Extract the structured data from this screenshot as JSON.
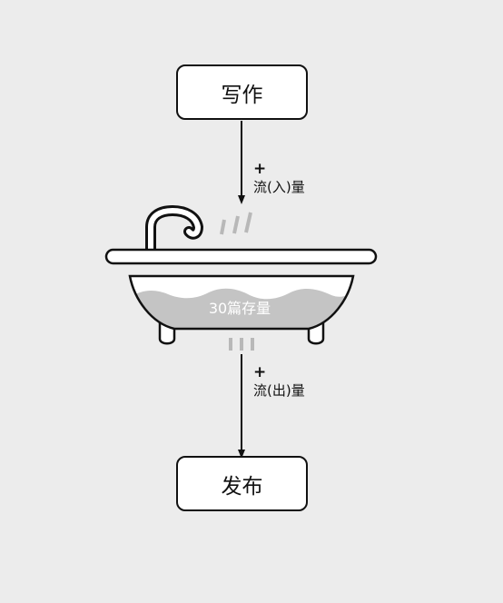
{
  "diagram": {
    "top_node": {
      "label": "写作"
    },
    "bottom_node": {
      "label": "发布"
    },
    "inflow": {
      "sign": "+",
      "label": "流(入)量"
    },
    "outflow": {
      "sign": "+",
      "label": "流(出)量"
    },
    "stock": {
      "label": "30篇存量"
    },
    "colors": {
      "background": "#ececec",
      "stroke": "#111111",
      "water": "#c4c4c4",
      "drip": "#b8b8b8"
    }
  }
}
